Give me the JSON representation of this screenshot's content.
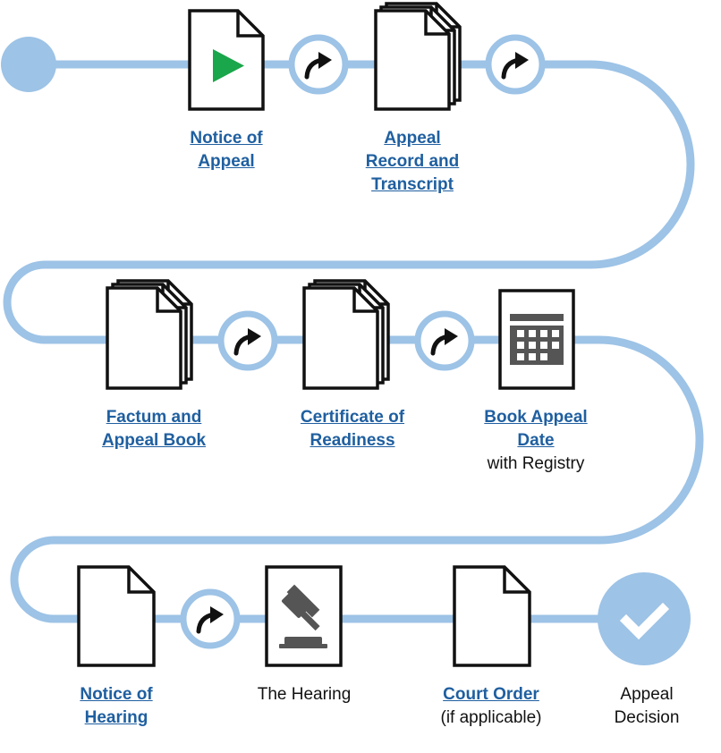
{
  "colors": {
    "path": "#9dc3e6",
    "link": "#1f5fa0",
    "play": "#1aa64a",
    "icon_gray": "#555555",
    "doc_stroke": "#111111"
  },
  "steps": {
    "notice_of_appeal": {
      "line1": "Notice of",
      "line2": "Appeal"
    },
    "appeal_record": {
      "line1": "Appeal",
      "line2": "Record and",
      "line3": "Transcript"
    },
    "factum": {
      "line1": "Factum and",
      "line2": "Appeal Book"
    },
    "certificate": {
      "line1": "Certificate of",
      "line2": "Readiness"
    },
    "book_date": {
      "line1": "Book Appeal",
      "line2": "Date",
      "note": "with Registry"
    },
    "notice_of_hearing": {
      "line1": "Notice of",
      "line2": "Hearing"
    },
    "hearing": {
      "label": "The Hearing"
    },
    "court_order": {
      "line1": "Court Order",
      "note": "(if applicable)"
    },
    "decision": {
      "line1": "Appeal",
      "line2": "Decision"
    }
  },
  "icons": {
    "start": "start-dot",
    "arrows": "curved-arrow-icon",
    "end": "checkmark-icon",
    "calendar": "calendar-icon",
    "gavel": "gavel-icon",
    "play": "play-icon"
  }
}
